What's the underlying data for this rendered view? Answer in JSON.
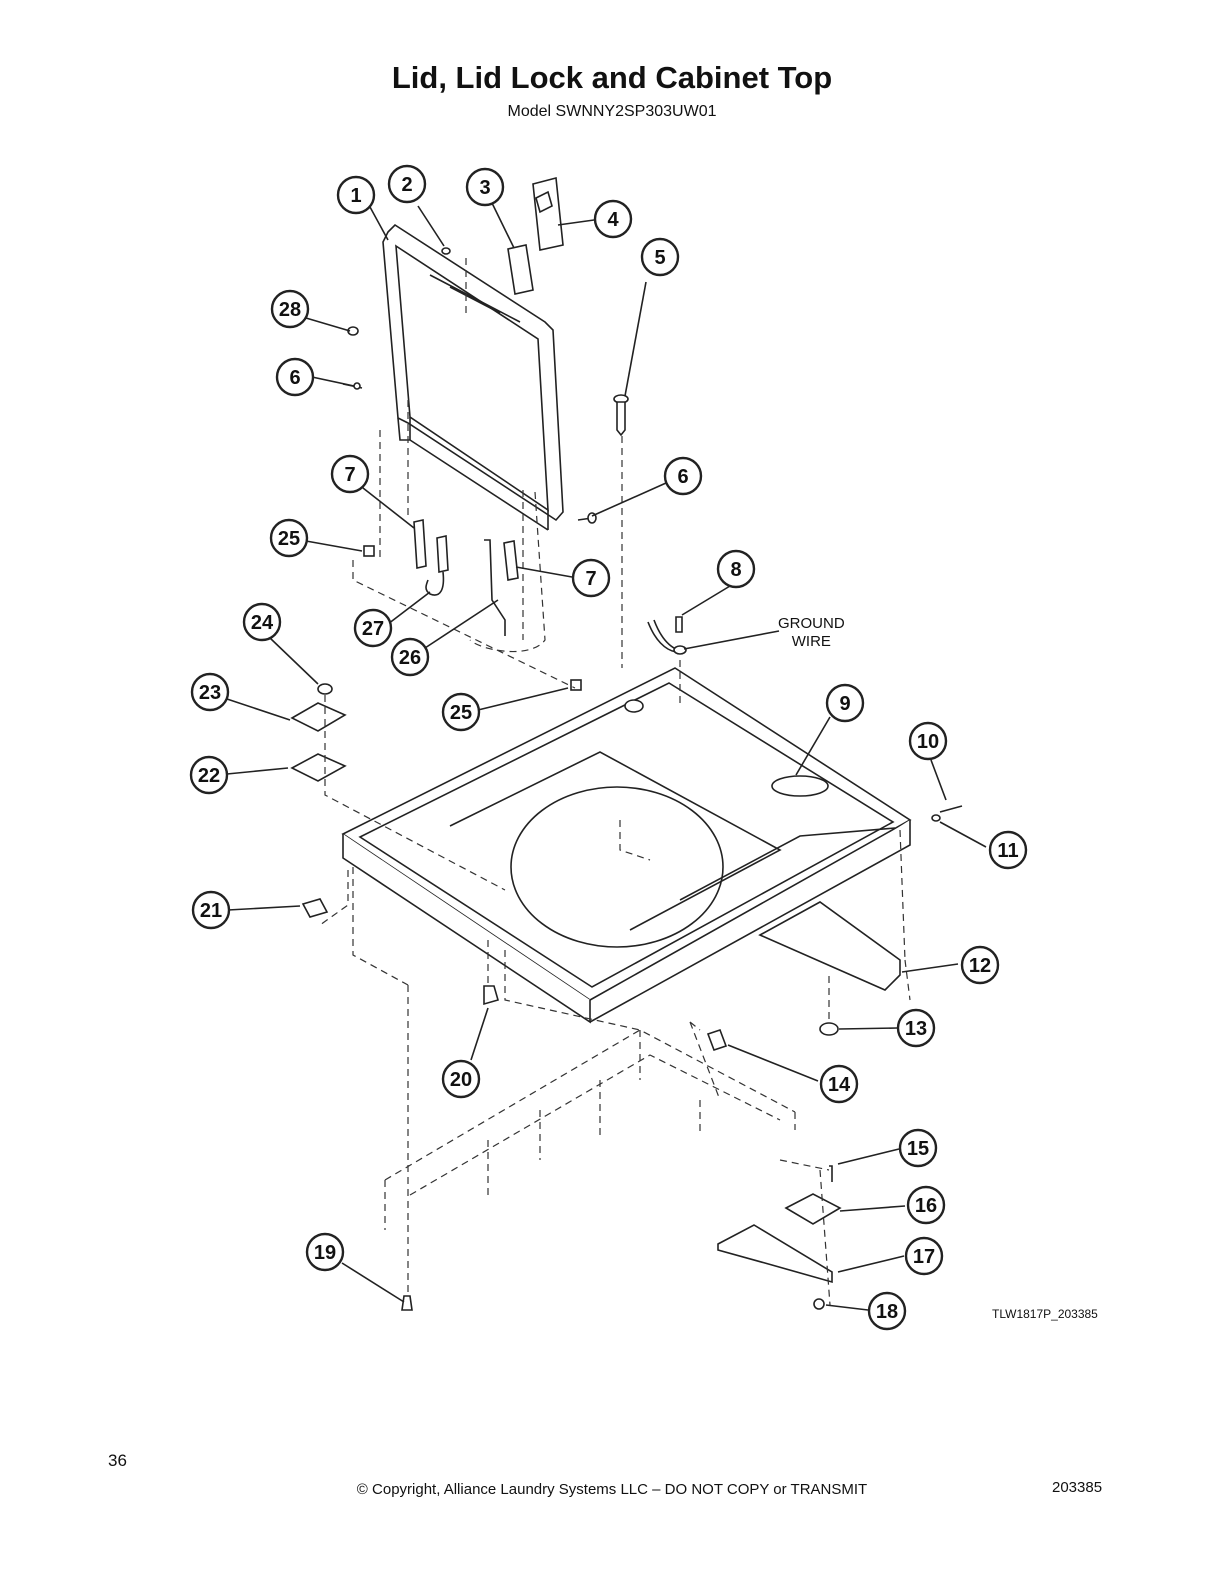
{
  "title": "Lid, Lid Lock and Cabinet Top",
  "model": "Model SWNNY2SP303UW01",
  "ground_wire": [
    "GROUND",
    "WIRE"
  ],
  "figure_code": "TLW1817P_203385",
  "footer": {
    "page_number": "36",
    "copyright": "© Copyright, Alliance Laundry Systems LLC – DO NOT COPY or TRANSMIT",
    "doc_number": "203385"
  },
  "callouts": [
    "1",
    "2",
    "3",
    "4",
    "5",
    "6",
    "6",
    "7",
    "7",
    "8",
    "9",
    "10",
    "11",
    "12",
    "13",
    "14",
    "15",
    "16",
    "17",
    "18",
    "19",
    "20",
    "21",
    "22",
    "23",
    "24",
    "25",
    "25",
    "26",
    "27",
    "28"
  ],
  "colors": {
    "ink": "#222222",
    "background": "#ffffff"
  }
}
